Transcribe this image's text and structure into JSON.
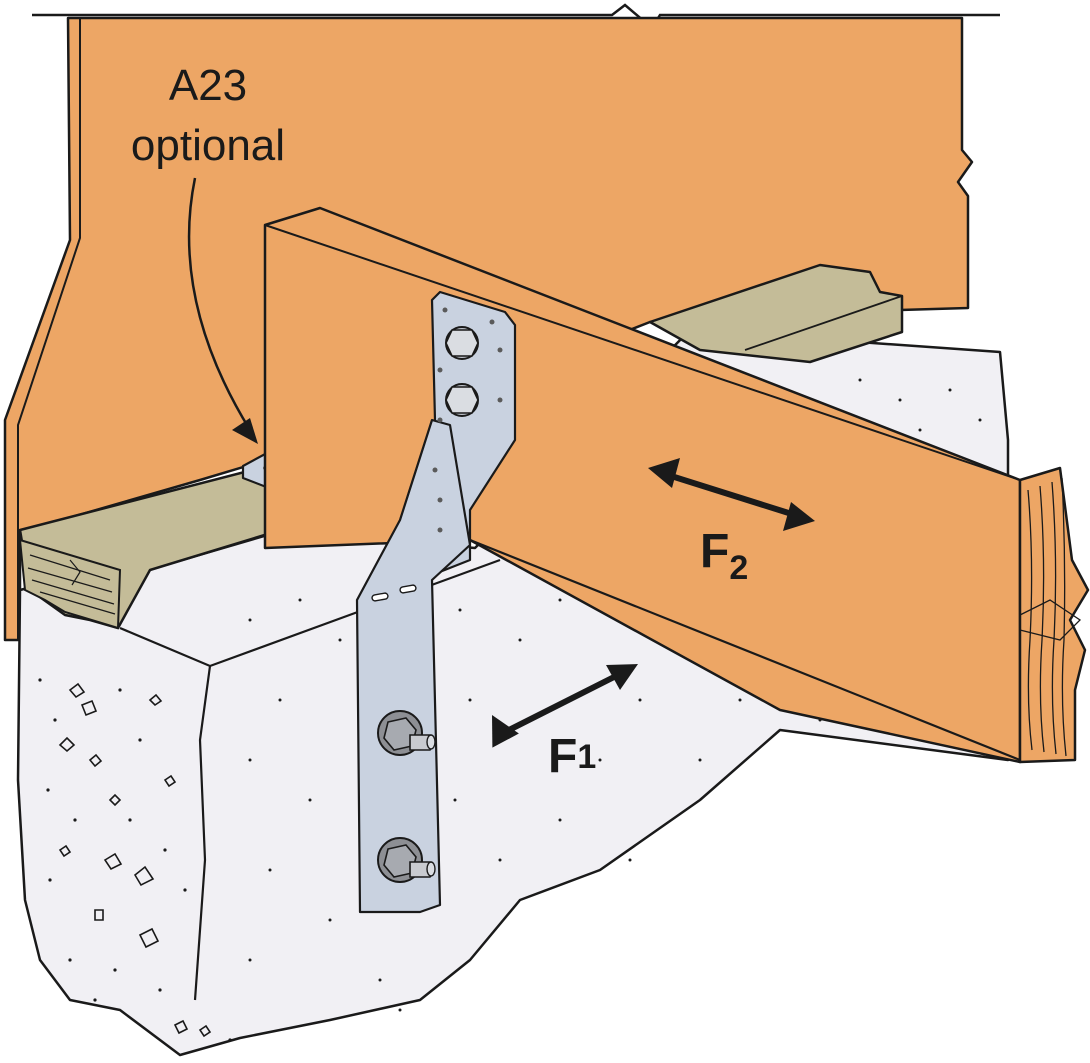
{
  "callout": {
    "line1": "A23",
    "line2": "optional"
  },
  "forces": {
    "f1": {
      "letter": "F",
      "sub": "1"
    },
    "f2": {
      "letter": "F",
      "sub": "2"
    }
  },
  "colors": {
    "wood": "#EDA665",
    "wood_dark": "#D98F4E",
    "sill": "#C4BC98",
    "concrete": "#F1F0F4",
    "steel": "#C9D2E0",
    "steel_dark": "#9AA3B2",
    "bolt": "#8D8F94",
    "line": "#1a1a1a"
  },
  "icons": {
    "strap": "hold-down-strap",
    "angle": "a23-angle-bracket",
    "bolts": "anchor-bolt-icon"
  }
}
